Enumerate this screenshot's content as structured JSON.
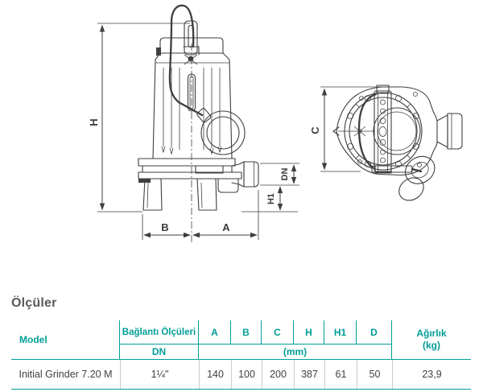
{
  "title": "Ölçüler",
  "diagram": {
    "labels": {
      "h": "H",
      "b": "B",
      "a": "A",
      "dn": "DN",
      "h1": "H1",
      "c": "C"
    }
  },
  "table": {
    "header": {
      "model": "Model",
      "connection": "Bağlantı Ölçüleri",
      "dn": "DN",
      "col_a": "A",
      "col_b": "B",
      "col_c": "C",
      "col_h": "H",
      "col_h1": "H1",
      "col_d": "D",
      "mm": "(mm)",
      "weight_line1": "Ağırlık",
      "weight_line2": "(kg)"
    },
    "row": {
      "model": "Initial Grinder 7.20 M",
      "dn": "1¼\"",
      "a": "140",
      "b": "100",
      "c": "200",
      "h": "387",
      "h1": "61",
      "d": "50",
      "weight": "23,9"
    }
  },
  "colors": {
    "accent": "#009E96",
    "text_dark": "#414042",
    "line": "#3E3F41",
    "row_divider": "#CBCBCB"
  }
}
